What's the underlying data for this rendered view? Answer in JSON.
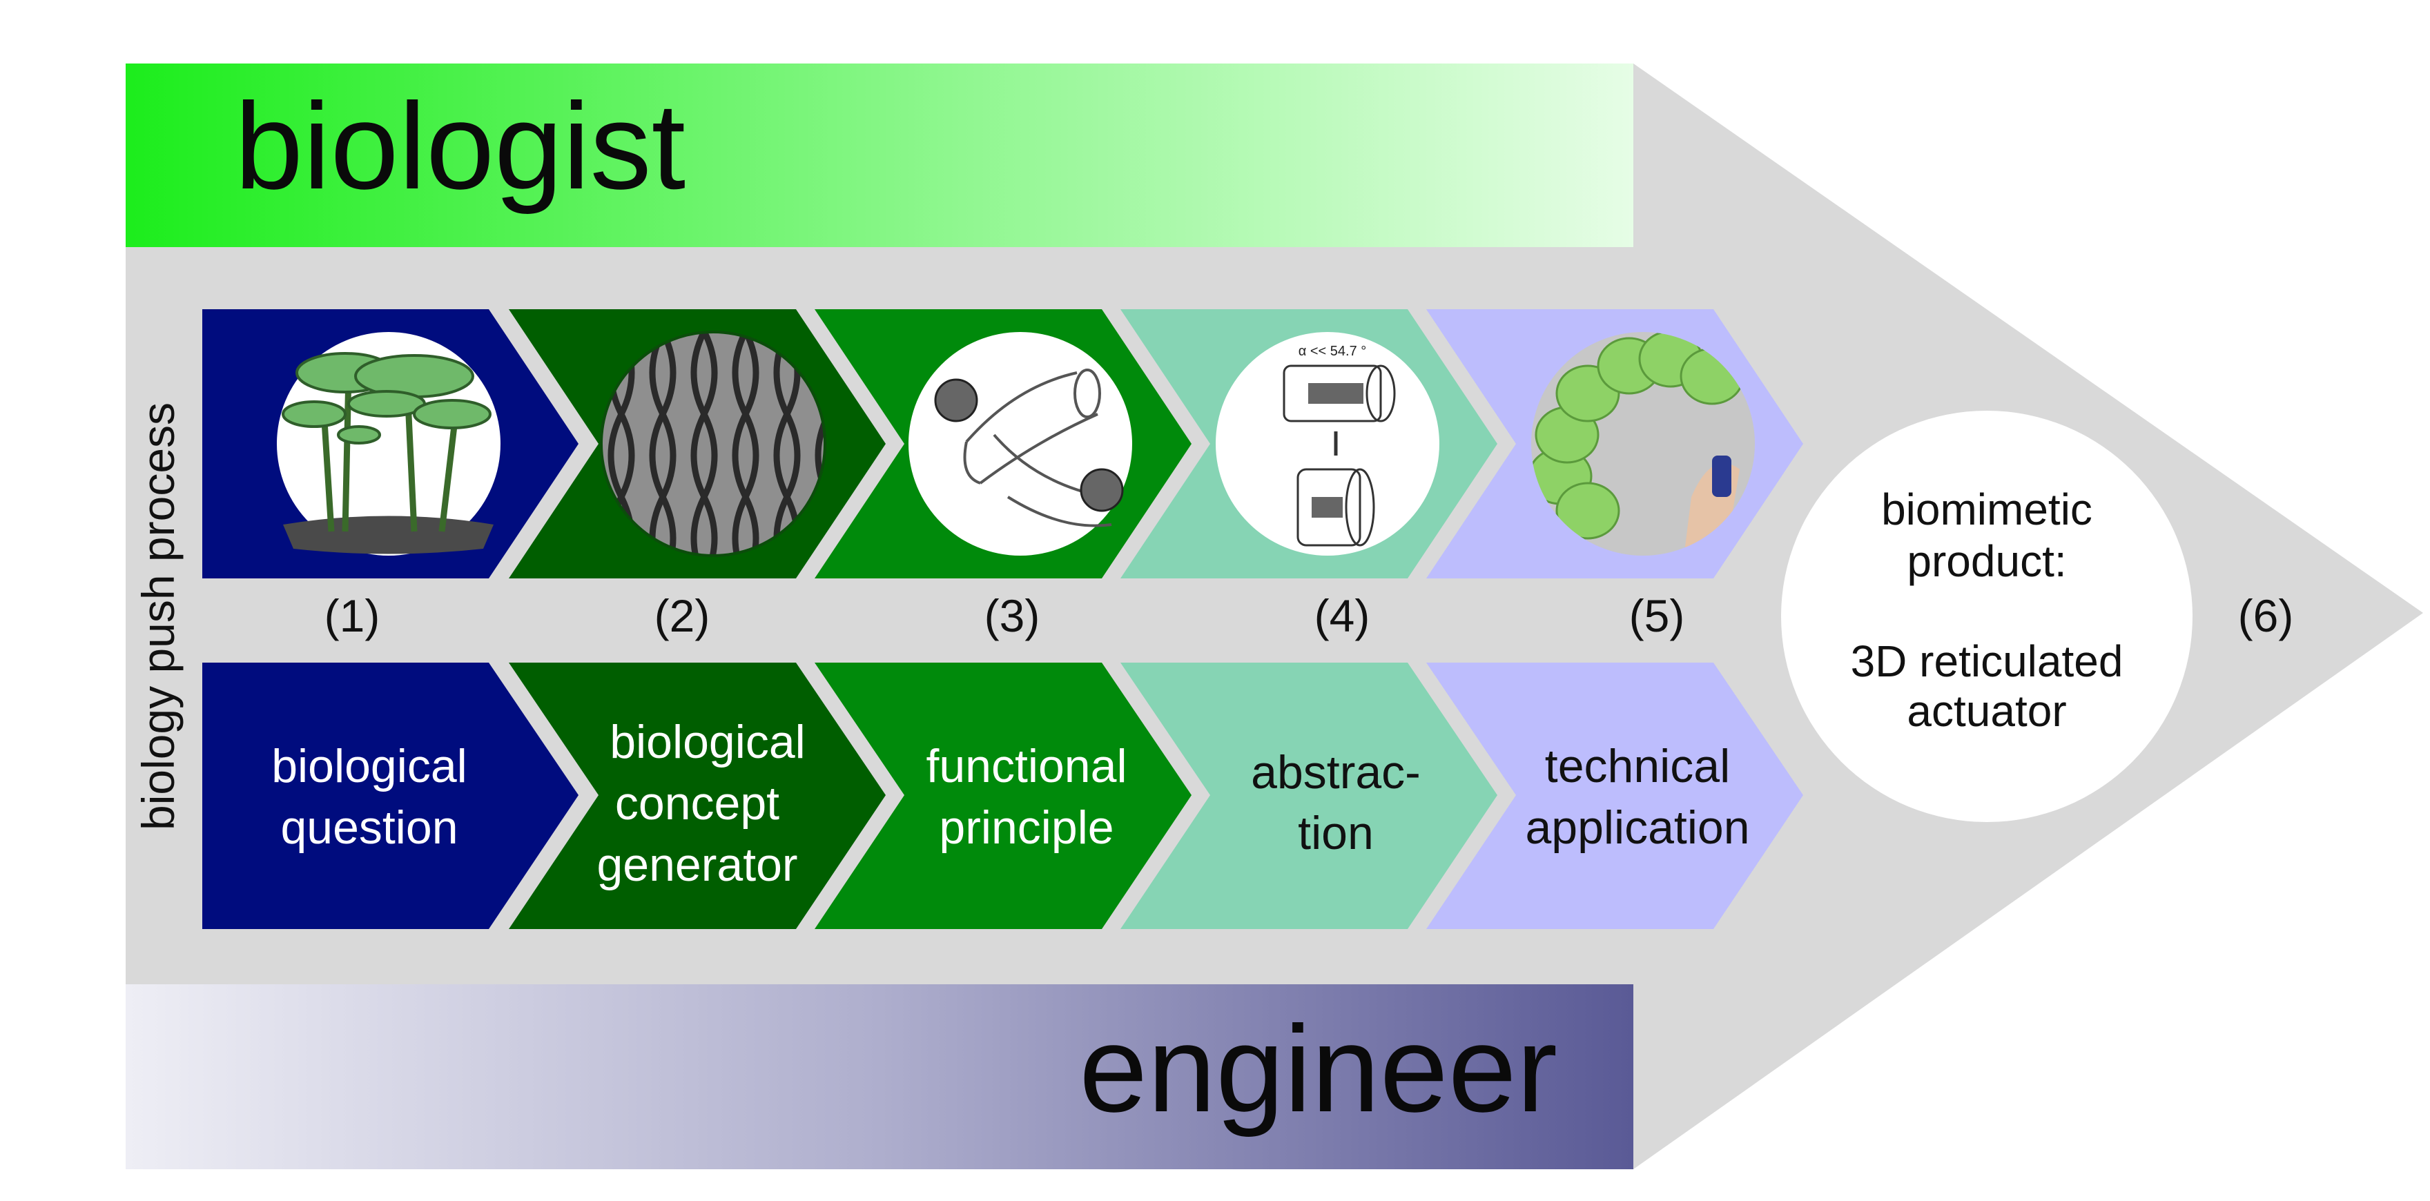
{
  "diagram": {
    "top_bar_label": "biologist",
    "bottom_bar_label": "engineer",
    "side_label": "biology push process",
    "steps": [
      {
        "number": "(1)",
        "line1": "biological",
        "line2": "question",
        "line3": "",
        "color": "#000c7e",
        "text_color": "#ffffff"
      },
      {
        "number": "(2)",
        "line1": "biological",
        "line2": "concept",
        "line3": "generator",
        "color": "#005e00",
        "text_color": "#ffffff"
      },
      {
        "number": "(3)",
        "line1": "functional",
        "line2": "principle",
        "line3": "",
        "color": "#008a0b",
        "text_color": "#ffffff"
      },
      {
        "number": "(4)",
        "line1": "abstrac-",
        "line2": "tion",
        "line3": "",
        "color": "#86d4b4",
        "text_color": "#111111"
      },
      {
        "number": "(5)",
        "line1": "technical",
        "line2": "application",
        "line3": "",
        "color": "#bdbdfd",
        "text_color": "#111111"
      }
    ],
    "product": {
      "number": "(6)",
      "line1": "biomimetic",
      "line2": "product:",
      "line3": "3D reticulated",
      "line4": "actuator"
    },
    "image4_annotation": "α << 54.7 °",
    "colors": {
      "arrow_gray": "#d9d9d9",
      "biologist_green": "#22ee22",
      "engineer_purple": "#5a5a96"
    },
    "icons": [
      "tree-illustration-icon",
      "fiber-mesh-micrograph-icon",
      "branch-fiber-schematic-icon",
      "cylinder-actuator-schematic-icon",
      "green-balloon-actuator-photo-icon"
    ]
  }
}
